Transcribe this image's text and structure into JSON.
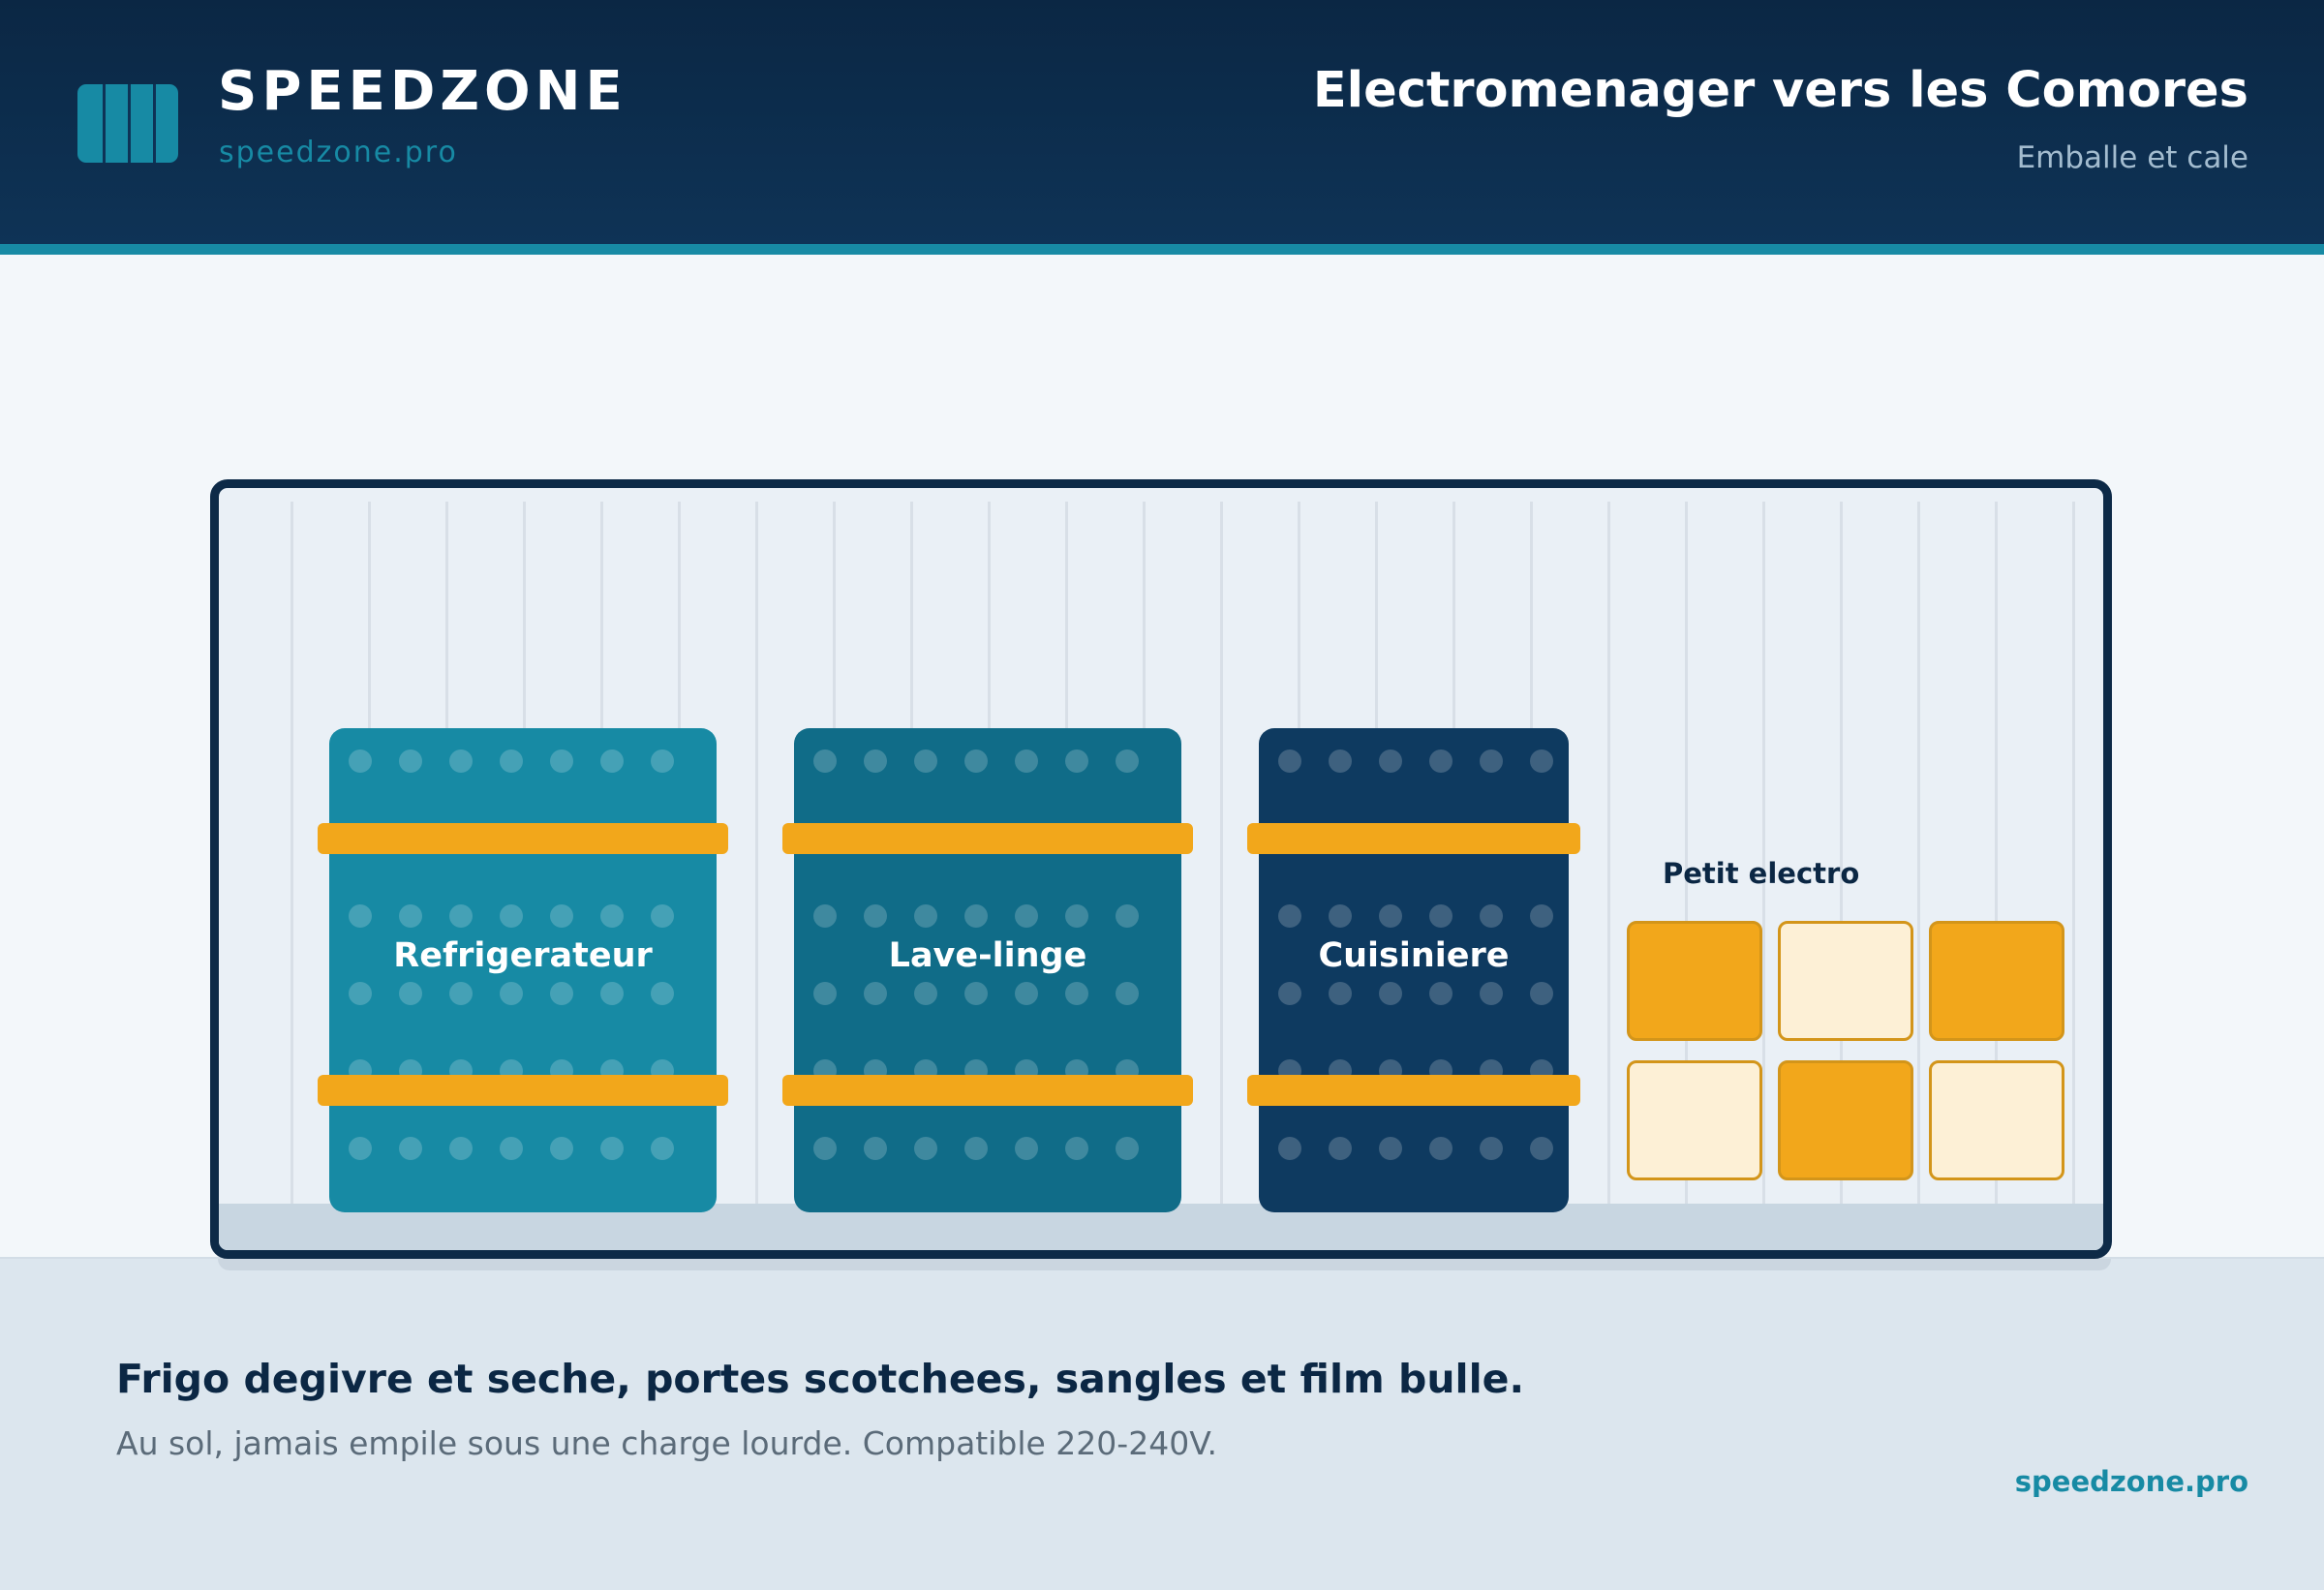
{
  "header": {
    "brand_name": "SPEEDZONE",
    "brand_url": "speedzone.pro",
    "title": "Electromenager vers les Comores",
    "subtitle": "Emballe et cale"
  },
  "appliances": [
    {
      "label": "Refrigerateur",
      "color": "#178aa4"
    },
    {
      "label": "Lave-linge",
      "color": "#106c88"
    },
    {
      "label": "Cuisiniere",
      "color": "#0e3a60"
    }
  ],
  "petit_electro": {
    "title": "Petit electro",
    "boxes": [
      "filled",
      "light",
      "filled",
      "light",
      "filled",
      "light"
    ]
  },
  "caption": {
    "main": "Frigo degivre et seche, portes scotchees, sangles et film bulle.",
    "sub": "Au sol, jamais empile sous une charge lourde. Compatible 220-240V."
  },
  "footer": {
    "url": "speedzone.pro"
  },
  "colors": {
    "navy": "#0b2744",
    "teal": "#178aa4",
    "strap_orange": "#f2a71b",
    "box_light": "#fdf0d6"
  }
}
